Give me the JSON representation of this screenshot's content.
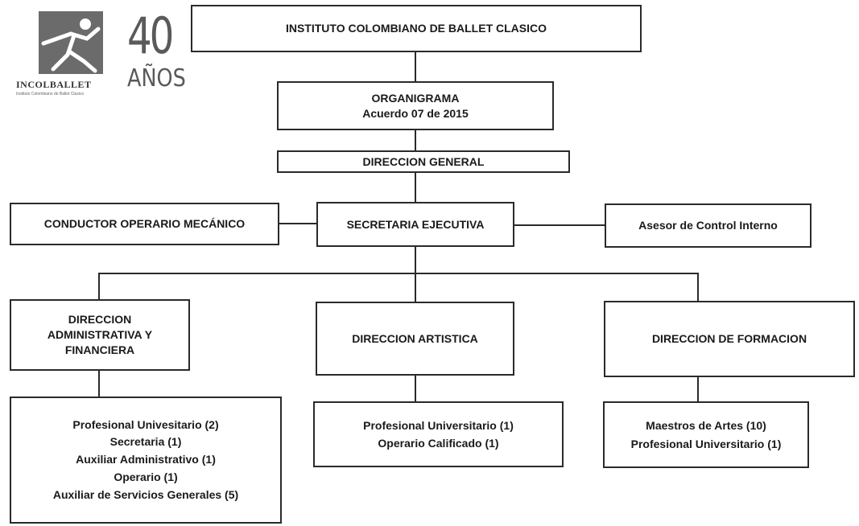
{
  "logo": {
    "brand": "INCOLBALLET",
    "subtitle": "Instituto Colombiano de Ballet Clasico",
    "forty": "40",
    "years": "AÑOS"
  },
  "chart": {
    "root": "INSTITUTO COLOMBIANO DE BALLET CLASICO",
    "organigram_title": "ORGANIGRAMA",
    "organigram_subtitle": "Acuerdo 07 de 2015",
    "general": "DIRECCION GENERAL",
    "secretary": "SECRETARIA EJECUTIVA",
    "driver": "CONDUCTOR OPERARIO MECÁNICO",
    "advisor": "Asesor de Control Interno",
    "admin_lines": [
      "DIRECCION",
      "ADMINISTRATIVA Y",
      "FINANCIERA"
    ],
    "artistic": "DIRECCION ARTISTICA",
    "training": "DIRECCION DE FORMACION",
    "admin_staff": [
      "Profesional Univesitario  (2)",
      "Secretaria  (1)",
      "Auxiliar Administrativo (1)",
      "Operario (1)",
      "Auxiliar de Servicios Generales (5)"
    ],
    "artistic_staff": [
      "Profesional Universitario (1)",
      "Operario  Calificado (1)"
    ],
    "training_staff": [
      "Maestros de Artes (10)",
      "Profesional Universitario (1)"
    ]
  }
}
